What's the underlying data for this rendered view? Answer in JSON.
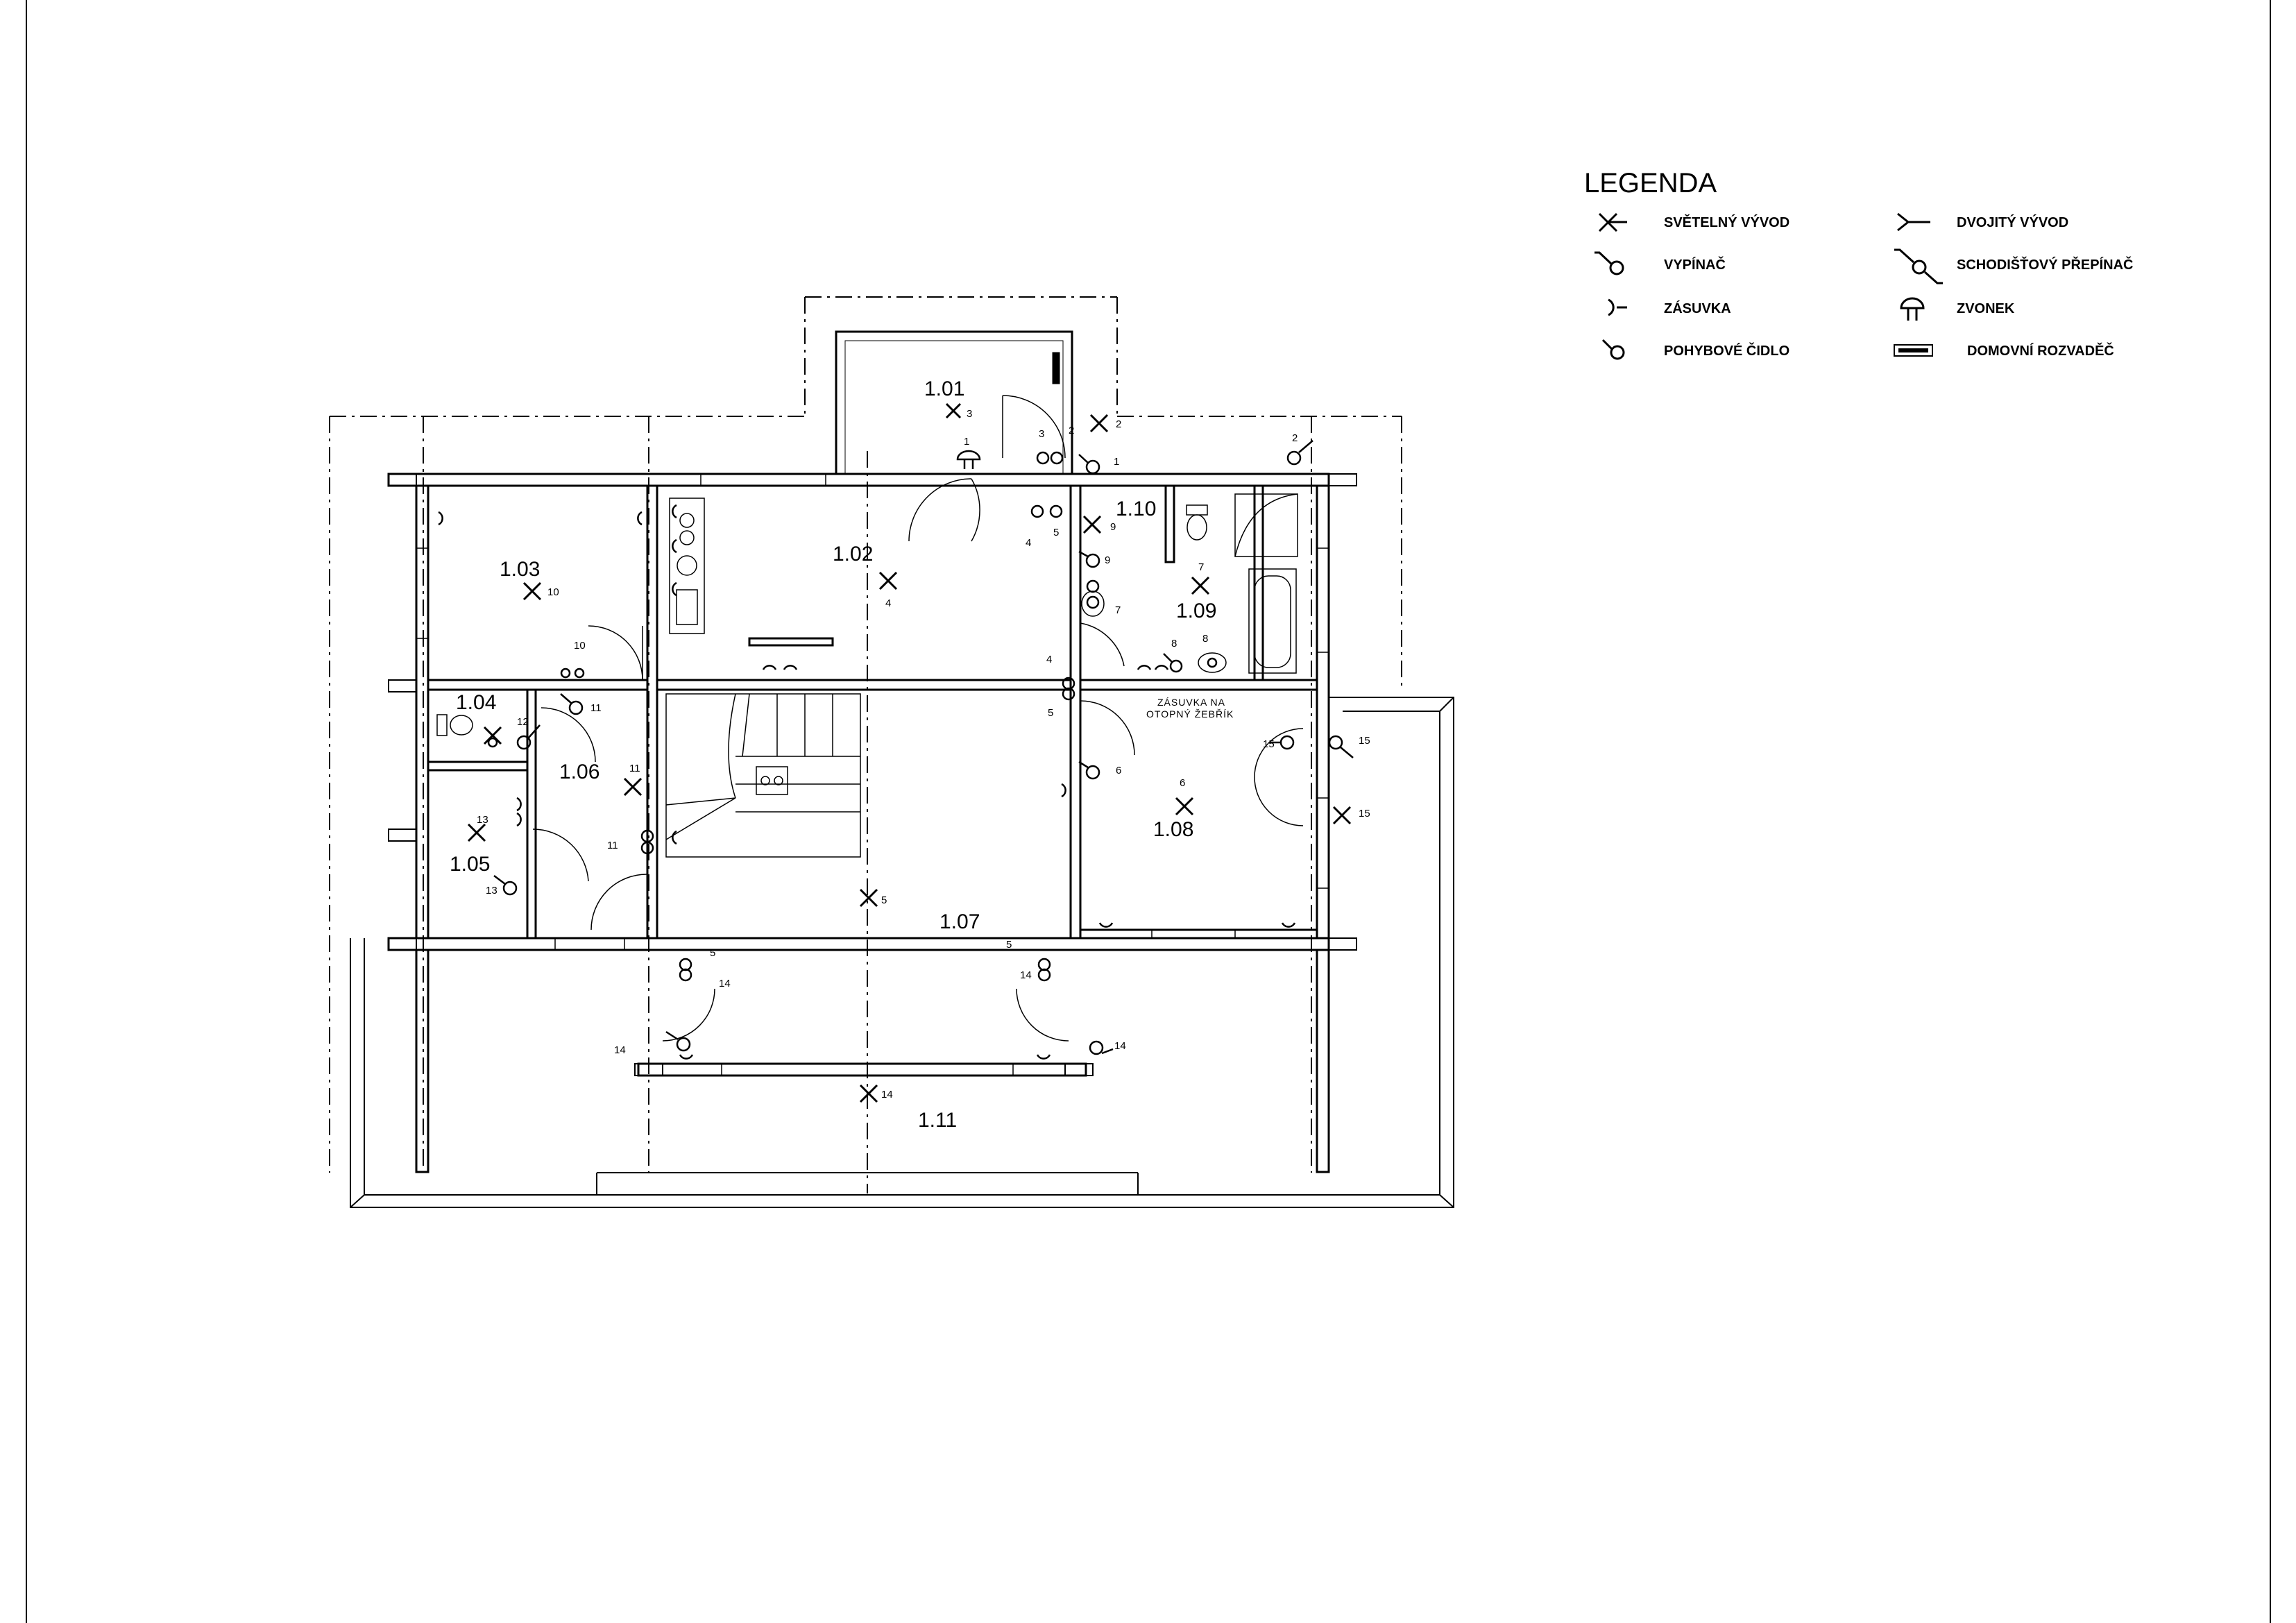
{
  "legend": {
    "title": "LEGENDA",
    "items": [
      {
        "symbol": "light-outlet-icon",
        "label": "SVĚTELNÝ VÝVOD"
      },
      {
        "symbol": "switch-icon",
        "label": "VYPÍNAČ"
      },
      {
        "symbol": "socket-icon",
        "label": "ZÁSUVKA"
      },
      {
        "symbol": "motion-sensor-icon",
        "label": "POHYBOVÉ ČIDLO"
      },
      {
        "symbol": "double-outlet-icon",
        "label": "DVOJITÝ VÝVOD"
      },
      {
        "symbol": "stair-switch-icon",
        "label": "SCHODIŠŤOVÝ PŘEPÍNAČ"
      },
      {
        "symbol": "bell-icon",
        "label": "ZVONEK"
      },
      {
        "symbol": "distribution-board-icon",
        "label": "DOMOVNÍ  ROZVADĚČ"
      }
    ]
  },
  "rooms": [
    "1.01",
    "1.02",
    "1.03",
    "1.04",
    "1.05",
    "1.06",
    "1.07",
    "1.08",
    "1.09",
    "1.10",
    "1.11"
  ],
  "circuit_numbers": [
    "1",
    "2",
    "3",
    "4",
    "5",
    "6",
    "7",
    "8",
    "9",
    "10",
    "11",
    "12",
    "13",
    "14",
    "15"
  ],
  "notes": {
    "radiator_socket_line1": "ZÁSUVKA  NA",
    "radiator_socket_line2": "OTOPNÝ  ŽEBŘÍK"
  }
}
